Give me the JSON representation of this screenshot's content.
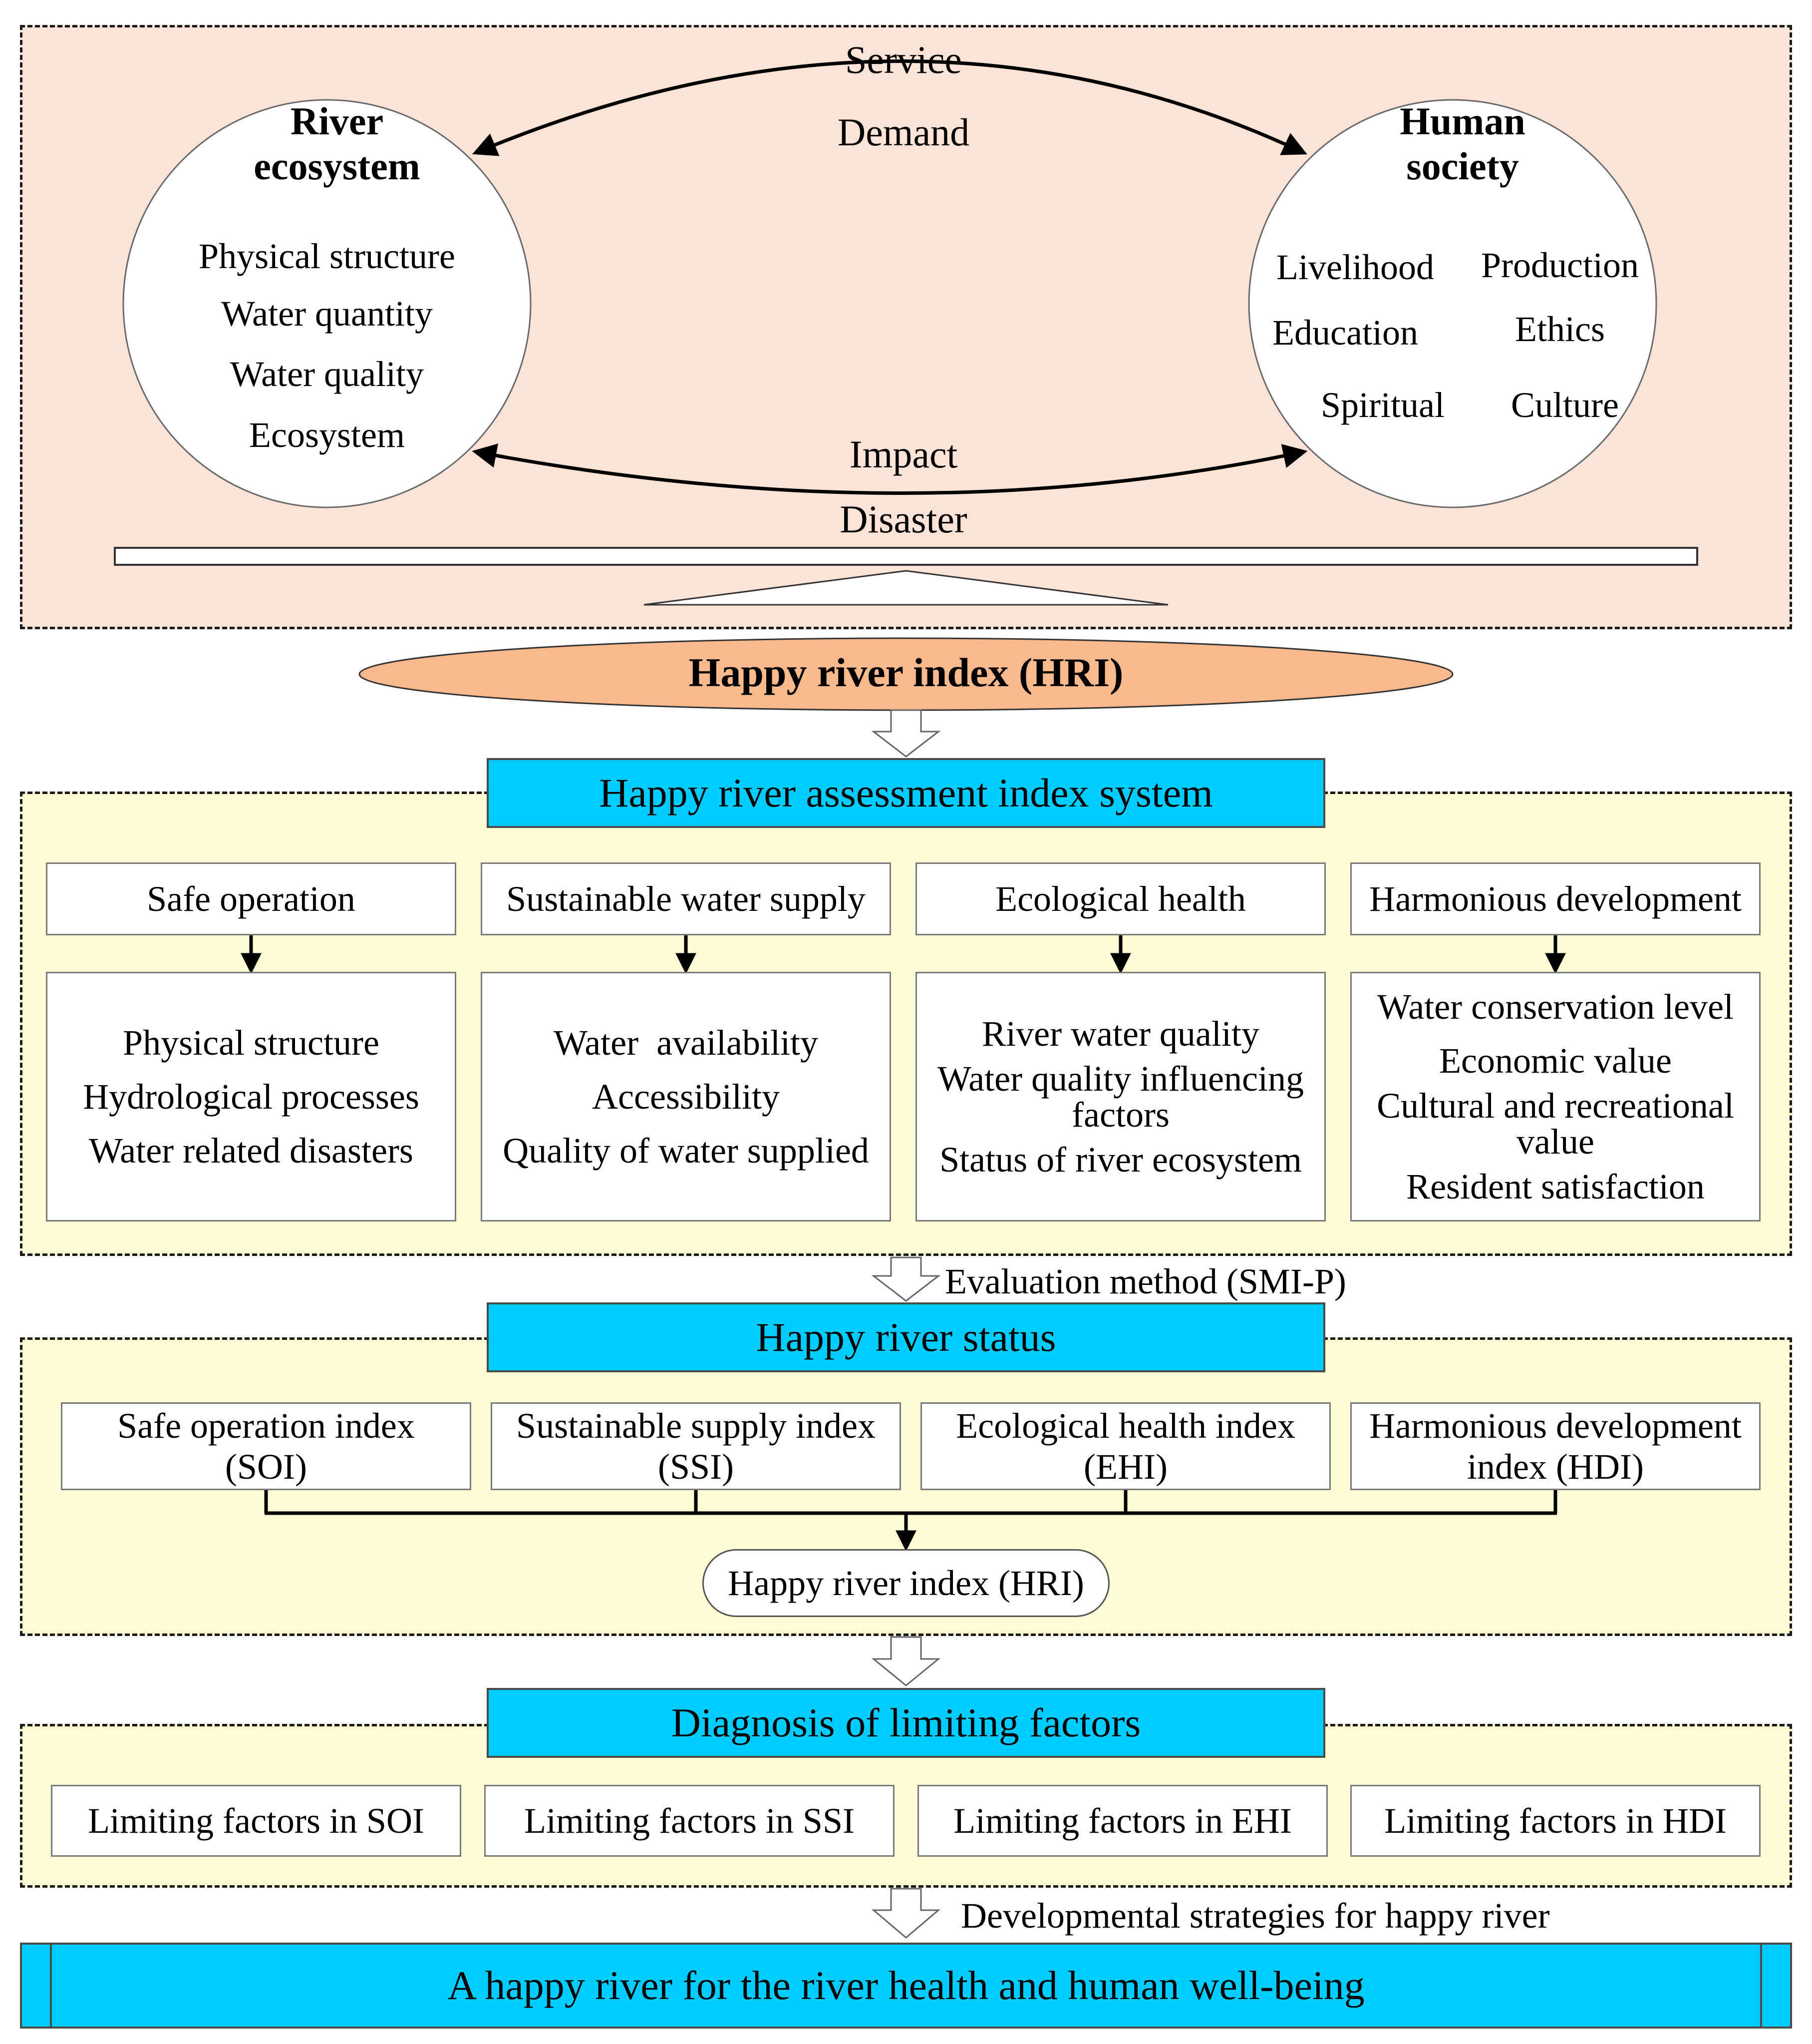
{
  "top": {
    "service": "Service",
    "demand": "Demand",
    "impact": "Impact",
    "disaster": "Disaster",
    "river_title": [
      "River",
      "ecosystem"
    ],
    "river_items": [
      "Physical structure",
      "Water quantity",
      "Water quality",
      "Ecosystem"
    ],
    "human_title": [
      "Human",
      "society"
    ],
    "human_items": [
      "Livelihood",
      "Production",
      "Education",
      "Ethics",
      "Spiritual",
      "Culture"
    ]
  },
  "hri_ellipse": "Happy river index (HRI)",
  "assessment": {
    "title": "Happy river assessment index system",
    "categories": [
      "Safe operation",
      "Sustainable water supply",
      "Ecological health",
      "Harmonious development"
    ],
    "indicators": [
      [
        "Physical structure",
        "Hydrological processes",
        "Water related disasters"
      ],
      [
        "Water  availability",
        "Accessibility",
        "Quality of water supplied"
      ],
      [
        "River water quality",
        "Water quality influencing",
        "factors",
        "Status of river ecosystem"
      ],
      [
        "Water conservation level",
        "Economic value",
        "Cultural and recreational",
        "value",
        "Resident satisfaction"
      ]
    ]
  },
  "evaluation_method": "Evaluation method (SMI-P)",
  "status": {
    "title": "Happy river status",
    "indices": [
      [
        "Safe operation index",
        "(SOI)"
      ],
      [
        "Sustainable supply index",
        "(SSI)"
      ],
      [
        "Ecological health index",
        "(EHI)"
      ],
      [
        "Harmonious development",
        "index (HDI)"
      ]
    ],
    "hri": "Happy river index (HRI)"
  },
  "diagnosis": {
    "title": "Diagnosis of limiting factors",
    "factors": [
      "Limiting factors in SOI",
      "Limiting factors in SSI",
      "Limiting factors in EHI",
      "Limiting factors in HDI"
    ]
  },
  "strategies": "Developmental strategies for happy river",
  "final": "A happy river for the river health and human well-being",
  "colors": {
    "peach": "#fbe4d7",
    "cream": "#fefed6",
    "cyan": "#00ccff",
    "ellipse": "#f8b98c"
  }
}
